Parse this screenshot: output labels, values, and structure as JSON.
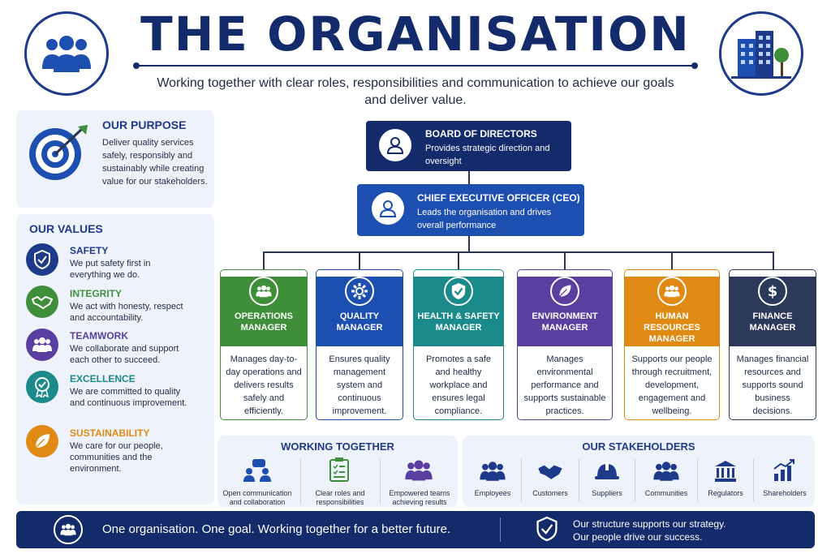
{
  "header": {
    "title": "THE ORGANISATION",
    "subtitle": "Working together with clear roles, responsibilities and communication to achieve our goals and deliver value.",
    "left_icon": "people-group-icon",
    "right_icon": "office-building-icon"
  },
  "purpose": {
    "title": "OUR PURPOSE",
    "text": "Deliver quality services safely, responsibly and sustainably while creating value for our stakeholders.",
    "icon": "target-icon"
  },
  "values": {
    "title": "OUR VALUES",
    "items": [
      {
        "name": "SAFETY",
        "text": "We put safety first in everything we do.",
        "icon": "shield-check-icon",
        "color": "#1e3a8a"
      },
      {
        "name": "INTEGRITY",
        "text": "We act with honesty, respect and accountability.",
        "icon": "handshake-icon",
        "color": "#3f8f3a"
      },
      {
        "name": "TEAMWORK",
        "text": "We collaborate and support each other to succeed.",
        "icon": "team-icon",
        "color": "#5b3fa0"
      },
      {
        "name": "EXCELLENCE",
        "text": "We are committed to quality and continuous improvement.",
        "icon": "award-icon",
        "color": "#1b8a8a"
      },
      {
        "name": "SUSTAINABILITY",
        "text": "We care for our people, communities and the environment.",
        "icon": "leaf-icon",
        "color": "#e08a14"
      }
    ]
  },
  "org": {
    "board": {
      "title": "BOARD OF DIRECTORS",
      "text": "Provides strategic direction and oversight"
    },
    "ceo": {
      "title": "CHIEF EXECUTIVE OFFICER (CEO)",
      "text": "Leads the organisation and drives overall performance"
    },
    "managers": [
      {
        "line1": "OPERATIONS",
        "line2": "MANAGER",
        "text": "Manages day-to-day operations and delivers results safely and efficiently.",
        "icon": "team-icon",
        "color": "#3f8f3a"
      },
      {
        "line1": "QUALITY",
        "line2": "MANAGER",
        "text": "Ensures quality management system and continuous improvement.",
        "icon": "gear-icon",
        "color": "#1d4fb0"
      },
      {
        "line1": "HEALTH & SAFETY",
        "line2": "MANAGER",
        "text": "Promotes a safe and healthy workplace and ensures legal compliance.",
        "icon": "shield-check-icon",
        "color": "#1b8a8a"
      },
      {
        "line1": "ENVIRONMENT",
        "line2": "MANAGER",
        "text": "Manages environmental performance and supports sustainable practices.",
        "icon": "leaf-icon",
        "color": "#5b3fa0"
      },
      {
        "line1": "HUMAN RESOURCES",
        "line2": "MANAGER",
        "text": "Supports our people through recruitment, development, engagement and wellbeing.",
        "icon": "team-icon",
        "color": "#e08a14"
      },
      {
        "line1": "FINANCE",
        "line2": "MANAGER",
        "text": "Manages financial resources and supports sound business decisions.",
        "icon": "dollar-icon",
        "color": "#2b3a5a"
      }
    ]
  },
  "working_together": {
    "title": "WORKING TOGETHER",
    "items": [
      {
        "label": "Open communication and collaboration",
        "icon": "chat-people-icon"
      },
      {
        "label": "Clear roles and responsibilities",
        "icon": "checklist-icon"
      },
      {
        "label": "Empowered teams achieving results",
        "icon": "team-icon"
      }
    ]
  },
  "stakeholders": {
    "title": "OUR STAKEHOLDERS",
    "items": [
      {
        "label": "Employees",
        "icon": "people-icon"
      },
      {
        "label": "Customers",
        "icon": "handshake-icon"
      },
      {
        "label": "Suppliers",
        "icon": "hard-hat-icon"
      },
      {
        "label": "Communities",
        "icon": "community-icon"
      },
      {
        "label": "Regulators",
        "icon": "government-icon"
      },
      {
        "label": "Shareholders",
        "icon": "growth-chart-icon"
      }
    ]
  },
  "footer": {
    "slogan": "One organisation. One goal. Working together for a better future.",
    "line1": "Our structure supports our strategy.",
    "line2": "Our people drive our success."
  },
  "colors": {
    "navy": "#132a6b",
    "blue": "#1d4fb0",
    "green": "#3f8f3a",
    "teal": "#1b8a8a",
    "purple": "#5b3fa0",
    "orange": "#e08a14",
    "slate": "#2b3a5a"
  }
}
